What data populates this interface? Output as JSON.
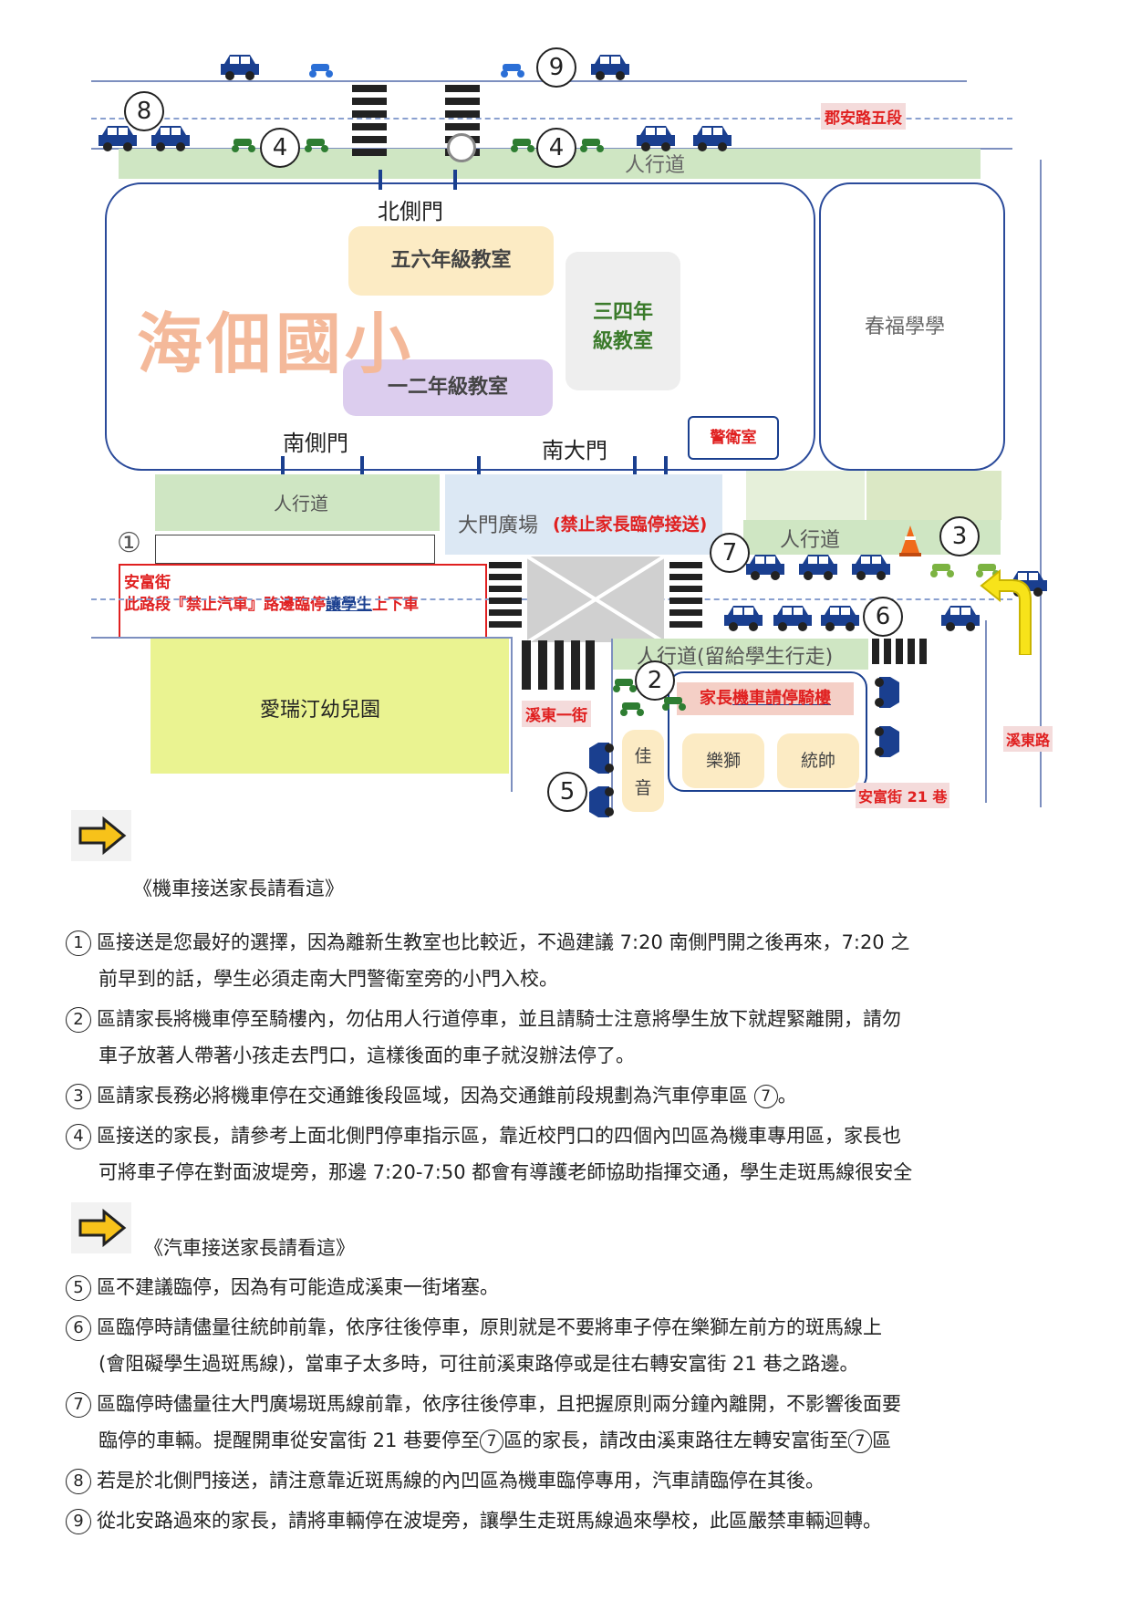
{
  "map": {
    "road_north": "郡安路五段",
    "sidewalk_top": "人行道",
    "north_gate": "北側門",
    "school_name": "海佃國小",
    "class_56": "五六年級教室",
    "class_34_line1": "三四年",
    "class_34_line2": "級教室",
    "class_12": "一二年級教室",
    "south_side_gate": "南側門",
    "south_main_gate": "南大門",
    "guard_room": "警衛室",
    "chunfu": "春福學學",
    "sidewalk_left": "人行道",
    "plaza": "大門廣場",
    "plaza_note": "(禁止家長臨停接送)",
    "sidewalk_right": "人行道",
    "anfu_street": "安富街",
    "anfu_note_prefix": "此路段『",
    "anfu_note_emph": "禁止汽車",
    "anfu_note_mid": "』路邊臨停",
    "anfu_note_ul": "讓學生",
    "anfu_note_end": "上下車",
    "sidewalk_bottom": "人行道(留給學生行走)",
    "kindergarten": "愛瑞汀幼兒園",
    "xidong_1": "溪東一街",
    "scooter_arcade_pre": "家長",
    "scooter_arcade_ul": "機車請停騎樓",
    "jiayin_1": "佳",
    "jiayin_2": "音",
    "leshi": "樂獅",
    "tongshuai": "統帥",
    "xidong_road": "溪東路",
    "anfu_21": "安富街 21 巷",
    "num_1": "①",
    "num_2": "2",
    "num_3": "3",
    "num_4": "4",
    "num_5": "5",
    "num_6": "6",
    "num_7": "7",
    "num_8": "8",
    "num_9": "9"
  },
  "scooter_section": {
    "title": "《機車接送家長請看這》",
    "rules": [
      {
        "n": "1",
        "line1": "區接送是您最好的選擇，因為離新生教室也比較近，不過建議 7:20 南側門開之後再來，7:20 之",
        "line2": "前早到的話，學生必須走南大門警衛室旁的小門入校。"
      },
      {
        "n": "2",
        "line1": "區請家長將機車停至騎樓內，勿佔用人行道停車，並且請騎士注意將學生放下就趕緊離開，請勿",
        "line2": "車子放著人帶著小孩走去門口，這樣後面的車子就沒辦法停了。"
      },
      {
        "n": "3",
        "line1": "區請家長務必將機車停在交通錐後段區域，因為交通錐前段規劃為汽車停車區",
        "tail": "7",
        "tail_after": "。"
      },
      {
        "n": "4",
        "line1": "區接送的家長，請參考上面北側門停車指示區，靠近校門口的四個內凹區為機車專用區，家長也",
        "line2": "可將車子停在對面波堤旁，那邊 7:20-7:50 都會有導護老師協助指揮交通，學生走斑馬線很安全"
      }
    ]
  },
  "car_section": {
    "title": "《汽車接送家長請看這》",
    "rules": [
      {
        "n": "5",
        "line1": "區不建議臨停，因為有可能造成溪東一街堵塞。"
      },
      {
        "n": "6",
        "line1": "區臨停時請儘量往統帥前靠，依序往後停車，原則就是不要將車子停在樂獅左前方的斑馬線上",
        "line2": "(會阻礙學生過斑馬線)，當車子太多時，可往前溪東路停或是往右轉安富街 21 巷之路邊。"
      },
      {
        "n": "7",
        "line1": "區臨停時儘量往大門廣場斑馬線前靠，依序往後停車，且把握原則兩分鐘內離開，不影響後面要",
        "line2a": "臨停的車輛。提醒開車從安富街 21 巷要停至",
        "line2b": "區的家長，請改由溪東路往左轉安富街至",
        "line2c": "區"
      },
      {
        "n": "8",
        "line1": "若是於北側門接送，請注意靠近斑馬線的內凹區為機車臨停專用，汽車請臨停在其後。"
      },
      {
        "n": "9",
        "line1": "從北安路過來的家長，請將車輛停在波堤旁，讓學生走斑馬線過來學校，此區嚴禁車輛迴轉。"
      }
    ]
  },
  "colors": {
    "red": "#e02020",
    "green_area": "#cfe6c3",
    "car_blue": "#1a3f8f",
    "yellow": "#f7e31a"
  }
}
